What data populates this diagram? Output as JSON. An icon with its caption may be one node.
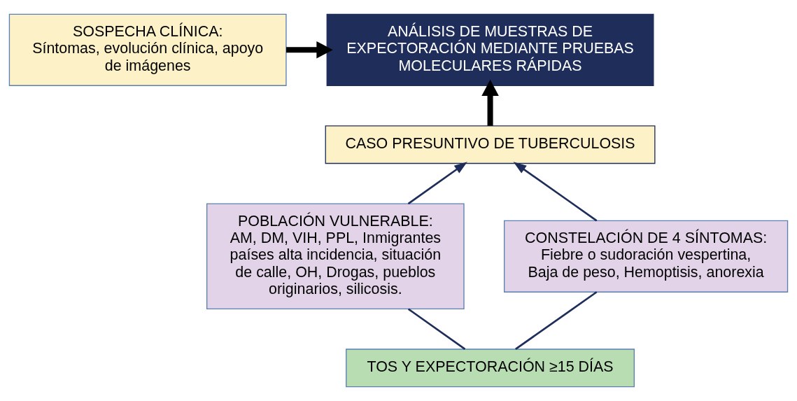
{
  "diagram": {
    "nodes": [
      {
        "text": [
          "SOSPECHA CLÍNICA:",
          "Síntomas, evolución clínica, apoyo de imágenes"
        ]
      },
      {
        "text": [
          "ANÁLISIS DE MUESTRAS DE EXPECTORACIÓN MEDIANTE PRUEBAS MOLECULARES RÁPIDAS"
        ]
      },
      {
        "text": [
          "CASO PRESUNTIVO DE TUBERCULOSIS"
        ]
      },
      {
        "text": [
          "POBLACIÓN VULNERABLE:",
          "AM, DM, VIH, PPL, Inmigrantes países alta incidencia, situación de calle, OH, Drogas, pueblos originarios, silicosis."
        ]
      },
      {
        "text": [
          "CONSTELACIÓN DE 4 SÍNTOMAS:",
          "Fiebre o sudoración vespertina, Baja de peso, Hemoptisis, anorexia"
        ]
      },
      {
        "text": [
          "TOS Y EXPECTORACIÓN ≥15 DÍAS"
        ]
      }
    ],
    "edges": [
      {
        "from": 0,
        "to": 1,
        "arrow": "to",
        "style": "thick",
        "color": "#000000"
      },
      {
        "from": 2,
        "to": 1,
        "arrow": "to",
        "style": "thick",
        "color": "#000000"
      },
      {
        "from": 3,
        "to": 2,
        "arrow": "to"
      },
      {
        "from": 4,
        "to": 2,
        "arrow": "to"
      },
      {
        "from": 5,
        "to": 3,
        "arrow": "none"
      },
      {
        "from": 5,
        "to": 4,
        "arrow": "none"
      }
    ]
  }
}
